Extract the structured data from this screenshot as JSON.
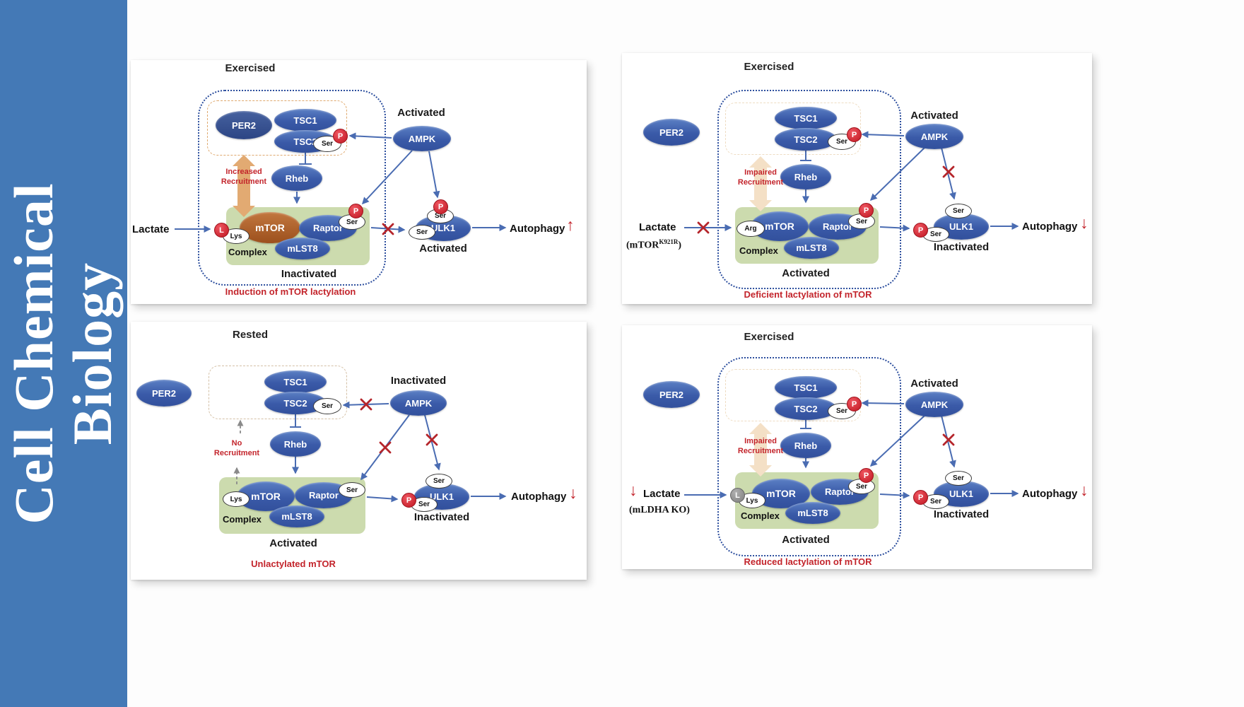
{
  "journal": {
    "line1": "Cell Chemical",
    "line2": "Biology"
  },
  "panels": [
    {
      "title": "Exercised",
      "per2": "PER2",
      "tsc1": "TSC1",
      "tsc2": "TSC2",
      "ser": "Ser",
      "p": "P",
      "ampk": "AMPK",
      "ampk_state": "Activated",
      "recruitment_1": "Increased",
      "recruitment_2": "Recruitment",
      "rheb": "Rheb",
      "lactate": "Lactate",
      "l": "L",
      "residue": "Lys",
      "mtor": "mTOR",
      "raptor": "Raptor",
      "mlst8": "mLST8",
      "complex": "Complex",
      "complex_state": "Inactivated",
      "ulk1": "ULK1",
      "ulk1_state": "Activated",
      "autophagy": "Autophagy",
      "autophagy_dir": "↑",
      "caption": "Induction of mTOR lactylation"
    },
    {
      "title": "Exercised",
      "per2": "PER2",
      "tsc1": "TSC1",
      "tsc2": "TSC2",
      "ser": "Ser",
      "p": "P",
      "ampk": "AMPK",
      "ampk_state": "Activated",
      "recruitment_1": "Impaired",
      "recruitment_2": "Recruitment",
      "rheb": "Rheb",
      "lactate": "Lactate",
      "lactate_sub_base": "(mTOR",
      "lactate_sub_sup": "K921R",
      "lactate_sub_end": ")",
      "residue": "Arg",
      "mtor": "mTOR",
      "raptor": "Raptor",
      "mlst8": "mLST8",
      "complex": "Complex",
      "complex_state": "Activated",
      "ulk1": "ULK1",
      "ulk1_state": "Inactivated",
      "autophagy": "Autophagy",
      "autophagy_dir": "↓",
      "caption": "Deficient lactylation of mTOR"
    },
    {
      "title": "Rested",
      "per2": "PER2",
      "tsc1": "TSC1",
      "tsc2": "TSC2",
      "ser": "Ser",
      "p": "P",
      "ampk": "AMPK",
      "ampk_state": "Inactivated",
      "recruitment_1": "No",
      "recruitment_2": "Recruitment",
      "rheb": "Rheb",
      "residue": "Lys",
      "mtor": "mTOR",
      "raptor": "Raptor",
      "mlst8": "mLST8",
      "complex": "Complex",
      "complex_state": "Activated",
      "ulk1": "ULK1",
      "ulk1_state": "Inactivated",
      "autophagy": "Autophagy",
      "autophagy_dir": "↓",
      "caption": "Unlactylated mTOR"
    },
    {
      "title": "Exercised",
      "per2": "PER2",
      "tsc1": "TSC1",
      "tsc2": "TSC2",
      "ser": "Ser",
      "p": "P",
      "ampk": "AMPK",
      "ampk_state": "Activated",
      "recruitment_1": "Impaired",
      "recruitment_2": "Recruitment",
      "rheb": "Rheb",
      "lactate": "Lactate",
      "lactate_dir": "↓",
      "lactate_sub": "(mLDHA KO)",
      "l": "L",
      "residue": "Lys",
      "mtor": "mTOR",
      "raptor": "Raptor",
      "mlst8": "mLST8",
      "complex": "Complex",
      "complex_state": "Activated",
      "ulk1": "ULK1",
      "ulk1_state": "Inactivated",
      "autophagy": "Autophagy",
      "autophagy_dir": "↓",
      "caption": "Reduced lactylation of mTOR"
    }
  ]
}
